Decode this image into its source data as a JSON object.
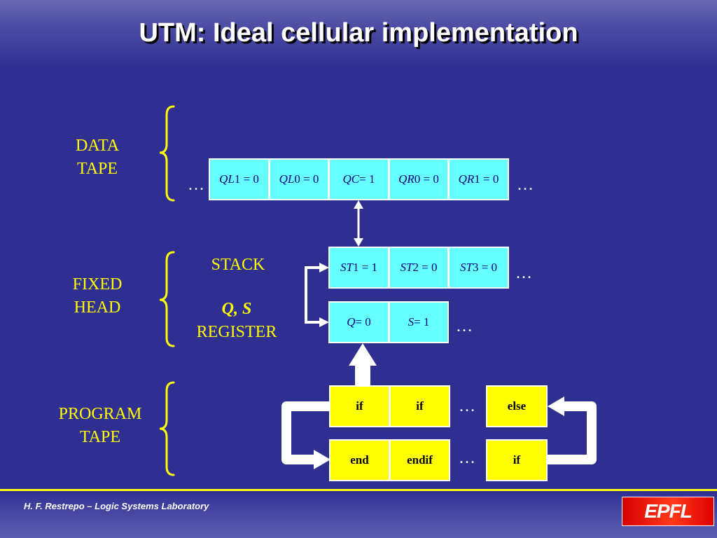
{
  "title": "UTM: Ideal cellular implementation",
  "sections": {
    "data_tape": {
      "line1": "DATA",
      "line2": "TAPE"
    },
    "fixed_head": {
      "line1": "FIXED",
      "line2": "HEAD"
    },
    "program_tape": {
      "line1": "PROGRAM",
      "line2": "TAPE"
    }
  },
  "stack_label": "STACK",
  "register_label": {
    "vars": "Q, S",
    "word": "REGISTER"
  },
  "ellipsis": "…",
  "data_tape_cells": [
    {
      "var": "QL",
      "rest": "1 = 0"
    },
    {
      "var": "QL",
      "rest": "0 = 0"
    },
    {
      "var": "QC",
      "rest": " = 1"
    },
    {
      "var": "QR",
      "rest": "0 = 0"
    },
    {
      "var": "QR",
      "rest": "1 = 0"
    }
  ],
  "stack_cells": [
    {
      "var": "ST",
      "rest": "1 = 1"
    },
    {
      "var": "ST",
      "rest": "2 = 0"
    },
    {
      "var": "ST",
      "rest": "3 = 0"
    }
  ],
  "register_cells": [
    {
      "var": "Q",
      "rest": " = 0"
    },
    {
      "var": "S",
      "rest": " = 1"
    }
  ],
  "program_cells": {
    "top": [
      "if",
      "if"
    ],
    "bottom": [
      "end",
      "endif"
    ],
    "right_top": "else",
    "right_bottom": "if"
  },
  "footer": {
    "credit": "H. F. Restrepo – Logic Systems Laboratory",
    "logo": "EPFL"
  },
  "colors": {
    "background": "#2f2f92",
    "label": "#ffff00",
    "tape_cell": "#66ffff",
    "program_cell": "#ffff00",
    "arrow": "#ffffff"
  }
}
